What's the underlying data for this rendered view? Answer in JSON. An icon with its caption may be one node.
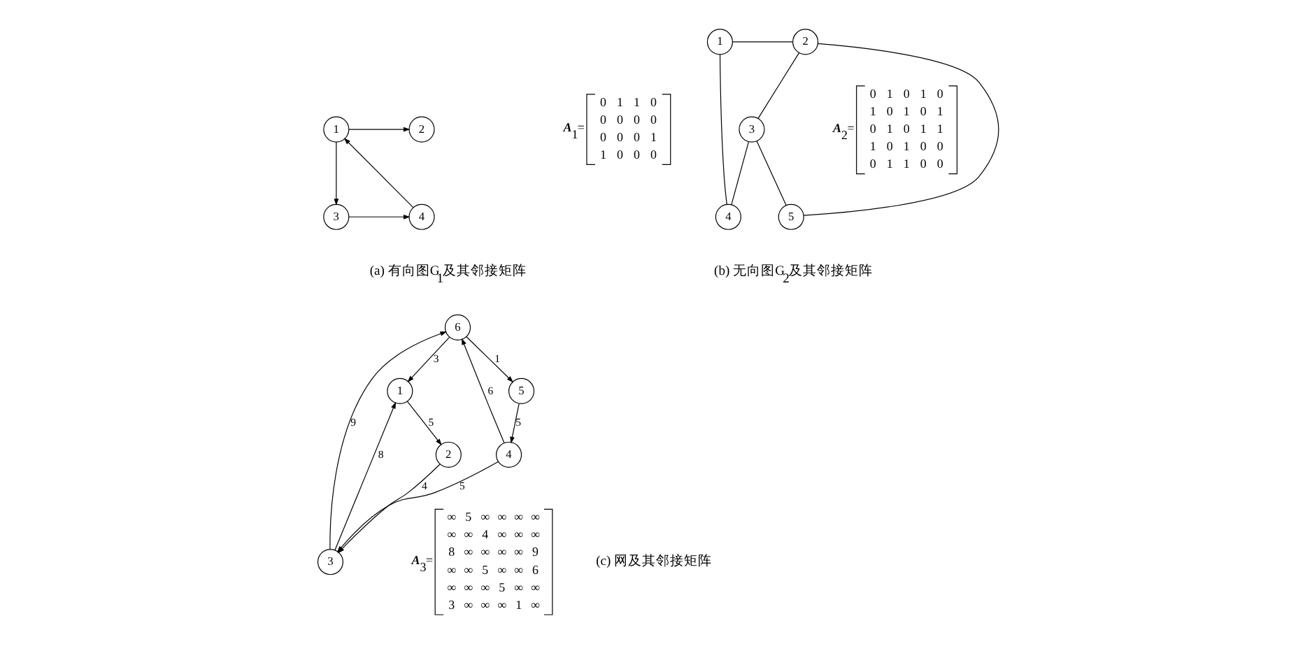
{
  "diagram": {
    "nodes": [
      {
        "text": [
          "1"
        ]
      },
      {
        "text": [
          "2"
        ]
      },
      {
        "text": [
          "3"
        ]
      },
      {
        "text": [
          "4"
        ]
      },
      {
        "text": [
          "1"
        ]
      },
      {
        "text": [
          "2"
        ]
      },
      {
        "text": [
          "3"
        ]
      },
      {
        "text": [
          "4"
        ]
      },
      {
        "text": [
          "5"
        ]
      },
      {
        "text": [
          "1"
        ]
      },
      {
        "text": [
          "2"
        ]
      },
      {
        "text": [
          "3"
        ]
      },
      {
        "text": [
          "4"
        ]
      },
      {
        "text": [
          "5"
        ]
      },
      {
        "text": [
          "6"
        ]
      }
    ],
    "edges": [
      {
        "from": 0,
        "to": 1,
        "arrow": "to"
      },
      {
        "from": 0,
        "to": 2,
        "arrow": "to"
      },
      {
        "from": 2,
        "to": 3,
        "arrow": "to"
      },
      {
        "from": 3,
        "to": 0,
        "arrow": "to"
      },
      {
        "from": 4,
        "to": 5,
        "arrow": "none"
      },
      {
        "from": 4,
        "to": 7,
        "arrow": "none"
      },
      {
        "from": 5,
        "to": 6,
        "arrow": "none"
      },
      {
        "from": 5,
        "to": 8,
        "arrow": "none"
      },
      {
        "from": 6,
        "to": 7,
        "arrow": "none"
      },
      {
        "from": 6,
        "to": 8,
        "arrow": "none"
      },
      {
        "from": 9,
        "to": 10,
        "arrow": "to",
        "label": "5"
      },
      {
        "from": 10,
        "to": 11,
        "arrow": "to",
        "label": "4"
      },
      {
        "from": 11,
        "to": 9,
        "arrow": "to",
        "label": "8"
      },
      {
        "from": 11,
        "to": 14,
        "arrow": "to",
        "label": "9"
      },
      {
        "from": 12,
        "to": 14,
        "arrow": "to",
        "label": "6"
      },
      {
        "from": 14,
        "to": 9,
        "arrow": "to",
        "label": "3"
      },
      {
        "from": 14,
        "to": 13,
        "arrow": "to",
        "label": "1"
      },
      {
        "from": 13,
        "to": 12,
        "arrow": "to",
        "label": "5"
      },
      {
        "from": 12,
        "to": 11,
        "arrow": "to",
        "label": "5"
      }
    ],
    "labels": [
      "**A**$_{1}$=",
      "0",
      "1",
      "1",
      "0",
      "0",
      "0",
      "0",
      "0",
      "0",
      "0",
      "0",
      "1",
      "1",
      "0",
      "0",
      "0",
      "**A**$_{2}$=",
      "0",
      "1",
      "0",
      "1",
      "0",
      "1",
      "0",
      "1",
      "0",
      "1",
      "0",
      "1",
      "0",
      "1",
      "1",
      "1",
      "0",
      "1",
      "0",
      "0",
      "0",
      "1",
      "1",
      "0",
      "0",
      "(a) 有向图G$_{1}$及其邻接矩阵",
      "(b) 无向图G$_{2}$及其邻接矩阵",
      "**A**$_{3}$=",
      "∞",
      "5",
      "∞",
      "∞",
      "∞",
      "∞",
      "∞",
      "∞",
      "4",
      "∞",
      "∞",
      "∞",
      "8",
      "∞",
      "∞",
      "∞",
      "∞",
      "9",
      "∞",
      "∞",
      "5",
      "∞",
      "∞",
      "6",
      "∞",
      "∞",
      "∞",
      "5",
      "∞",
      "∞",
      "3",
      "∞",
      "∞",
      "∞",
      "1",
      "∞",
      "(c) 网及其邻接矩阵"
    ]
  }
}
